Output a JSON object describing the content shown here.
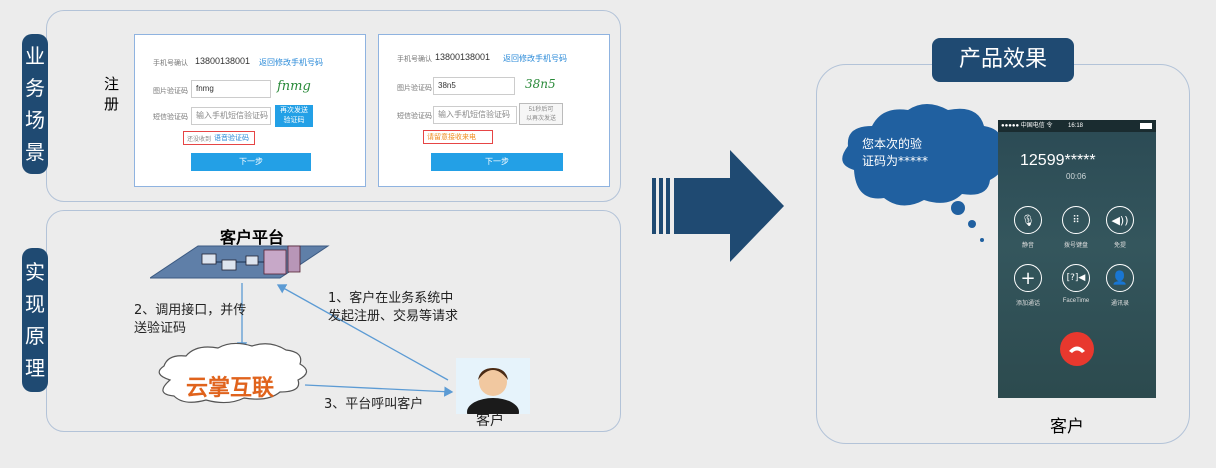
{
  "left_top": {
    "side_label": [
      "业",
      "务",
      "场",
      "景"
    ],
    "register_label": [
      "注",
      "册"
    ],
    "form1": {
      "phone_label": "手机号确认",
      "phone": "13800138001",
      "change_link": "返回修改手机号码",
      "img_label": "图片验证码",
      "img_value": "fnmg",
      "captcha": "fnmg",
      "sms_label": "短信验证码",
      "sms_placeholder": "输入手机短信验证码",
      "resend_line1": "再次发送",
      "resend_line2": "验证码",
      "hint_prefix": "还没收到",
      "hint_link": "语音验证码",
      "next": "下一步"
    },
    "form2": {
      "phone_label": "手机号确认",
      "phone": "13800138001",
      "change_link": "返回修改手机号码",
      "img_label": "图片验证码",
      "img_value": "38n5",
      "captcha": "38n5",
      "sms_label": "短信验证码",
      "sms_placeholder": "输入手机短信验证码",
      "wait_line1": "51秒后可",
      "wait_line2": "以再次发送",
      "hint": "请留意接收来电",
      "next": "下一步"
    }
  },
  "left_bottom": {
    "side_label": [
      "实",
      "现",
      "原",
      "理"
    ],
    "platform_title": "客户平台",
    "step1_line1": "1、客户在业务系统中",
    "step1_line2": "发起注册、交易等请求",
    "step2_line1": "2、调用接口，并传",
    "step2_line2": "送验证码",
    "step3": "3、平台呼叫客户",
    "cloud_text": "云掌互联",
    "customer": "客户"
  },
  "right": {
    "title": "产品效果",
    "bubble_line1": "您本次的验",
    "bubble_line2": "证码为*****",
    "status_carrier": "●●●●● 中国电信 令",
    "status_time": "16:18",
    "call_number": "12599*****",
    "call_duration": "00:06",
    "buttons": [
      "静音",
      "拨号键盘",
      "免提",
      "添加通话",
      "FaceTime",
      "通讯录"
    ],
    "customer": "客户"
  },
  "colors": {
    "accent": "#1f4a72",
    "link": "#2a8ad8",
    "button": "#23a0e6",
    "hangup": "#e8382e",
    "cloud_text": "#e0631c"
  }
}
